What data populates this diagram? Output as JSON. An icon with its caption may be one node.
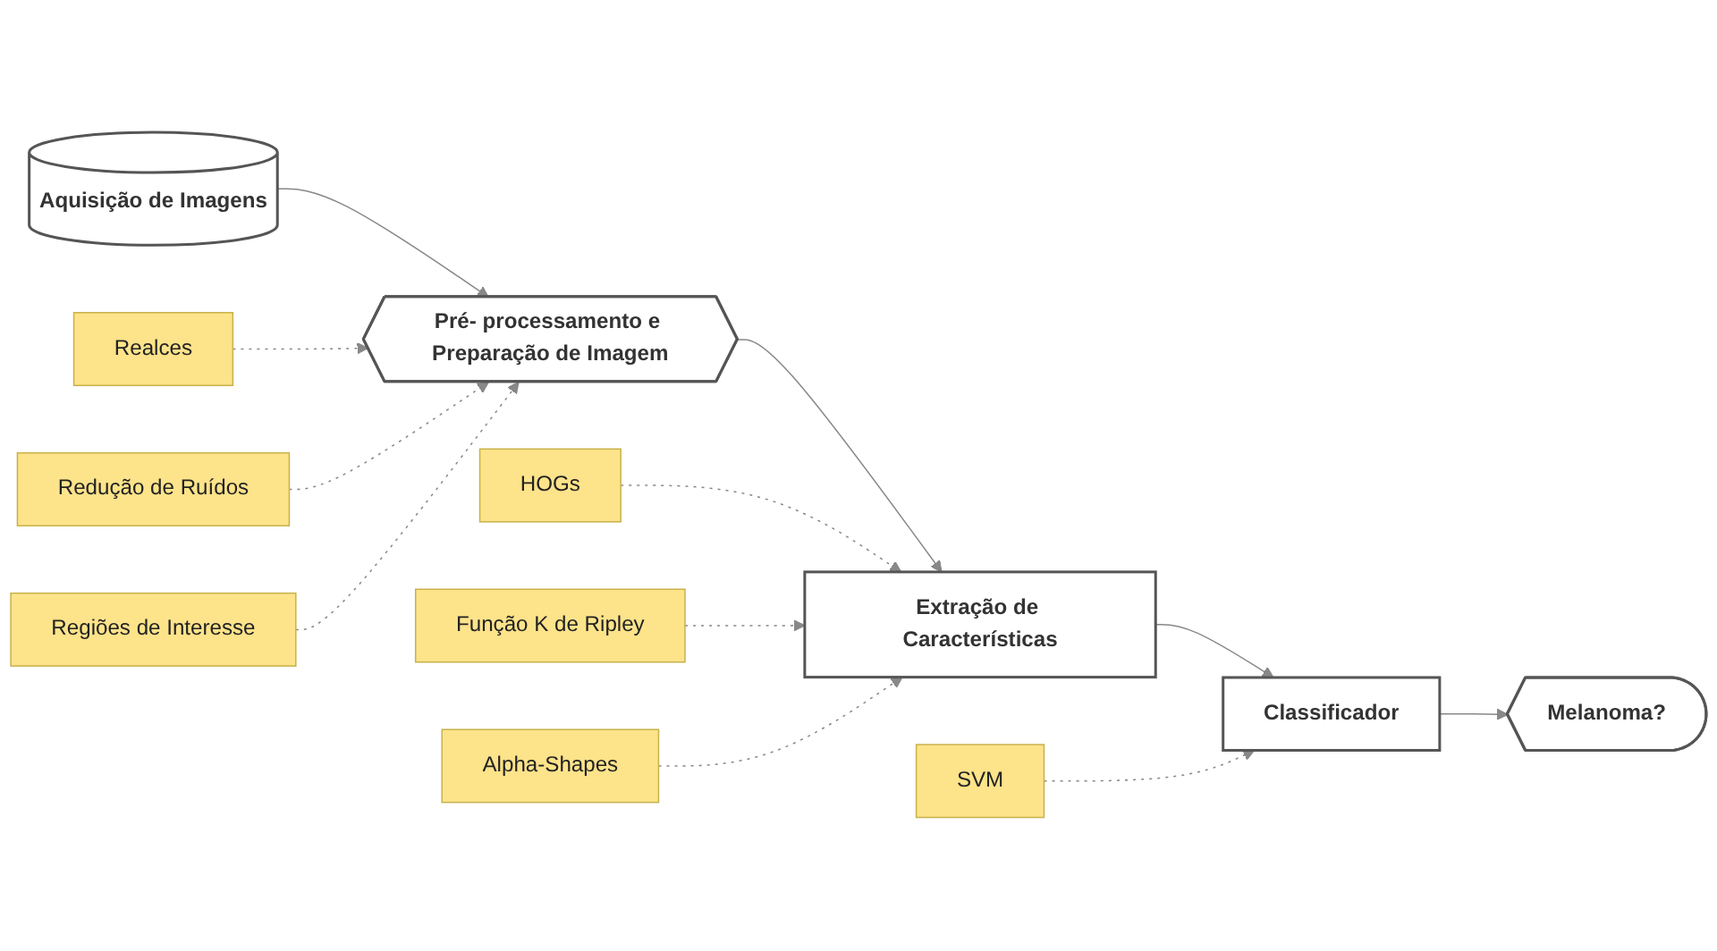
{
  "diagram": {
    "nodes": [
      {
        "text": [
          "Aquisição de Imagens"
        ]
      },
      {
        "text": [
          "Pré- processamento e Preparação de Imagem"
        ]
      },
      {
        "text": [
          "Extração de Características"
        ]
      },
      {
        "text": [
          "Classificador"
        ]
      },
      {
        "text": [
          "Melanoma?"
        ]
      },
      {
        "text": [
          "Função K de Ripley"
        ]
      },
      {
        "text": [
          "HOGs"
        ]
      },
      {
        "text": [
          "Alpha-Shapes"
        ]
      },
      {
        "text": [
          "SVM"
        ]
      },
      {
        "text": [
          "Realces"
        ]
      },
      {
        "text": [
          "Redução de Ruídos"
        ]
      },
      {
        "text": [
          "Regiões de Interesse"
        ]
      }
    ],
    "edges": [
      {
        "from": 0,
        "to": 1,
        "arrow": "to"
      },
      {
        "from": 1,
        "to": 2,
        "arrow": "to"
      },
      {
        "from": 2,
        "to": 3,
        "arrow": "to"
      },
      {
        "from": 3,
        "to": 4,
        "arrow": "to"
      },
      {
        "from": 6,
        "to": 2,
        "arrow": "to",
        "style": "dashed"
      },
      {
        "from": 5,
        "to": 2,
        "arrow": "to",
        "style": "dashed"
      },
      {
        "from": 7,
        "to": 2,
        "arrow": "to",
        "style": "dashed"
      },
      {
        "from": 8,
        "to": 3,
        "arrow": "to",
        "style": "dashed"
      },
      {
        "from": 9,
        "to": 1,
        "arrow": "to",
        "style": "dashed"
      },
      {
        "from": 10,
        "to": 1,
        "arrow": "to",
        "style": "dashed"
      },
      {
        "from": 11,
        "to": 1,
        "arrow": "to",
        "style": "dashed"
      }
    ]
  }
}
